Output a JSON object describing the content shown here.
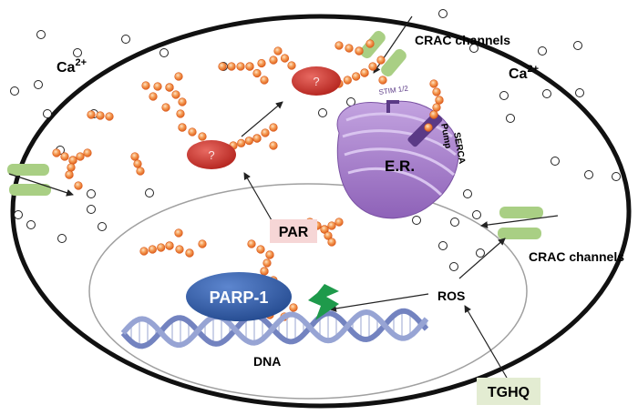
{
  "labels": {
    "ca_left": "Ca",
    "ca_right": "Ca",
    "ca_superscript": "2+",
    "crac_top": "CRAC channels",
    "crac_right": "CRAC channels",
    "unknown_1": "?",
    "unknown_2": "?",
    "stim": "STIM 1/2",
    "er": "E.R.",
    "serca_line1": "SERCA",
    "serca_line2": "Pump",
    "par": "PAR",
    "parp": "PARP-1",
    "dna": "DNA",
    "ros": "ROS",
    "tghq": "TGHQ"
  },
  "colors": {
    "cell_membrane": "#111111",
    "nucleus_border": "#9a9a9a",
    "par_bead": "#f0823a",
    "par_bead_core": "#f6c79a",
    "unknown_protein": "#c9302c",
    "er": "#a47cc8",
    "serca": "#5b3a86",
    "channel": "#a9cf84",
    "parp": "#2f5aa8",
    "dna": "#8796c9",
    "lightning": "#1e9a4b",
    "par_box": "#f6d6d6",
    "tghq_box": "#e3ecd2"
  }
}
